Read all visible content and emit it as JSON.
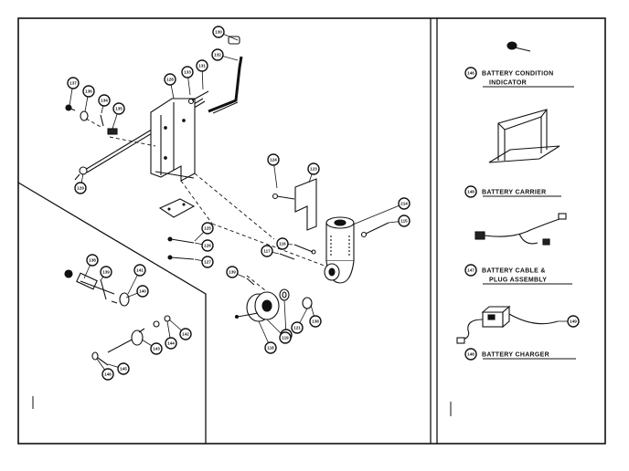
{
  "callouts": [
    {
      "n": "130"
    },
    {
      "n": "132"
    },
    {
      "n": "131"
    },
    {
      "n": "133"
    },
    {
      "n": "128"
    },
    {
      "n": "137"
    },
    {
      "n": "136"
    },
    {
      "n": "134"
    },
    {
      "n": "135"
    },
    {
      "n": "129"
    },
    {
      "n": "124"
    },
    {
      "n": "123"
    },
    {
      "n": "214"
    },
    {
      "n": "115"
    },
    {
      "n": "116"
    },
    {
      "n": "117"
    },
    {
      "n": "125"
    },
    {
      "n": "126"
    },
    {
      "n": "127"
    },
    {
      "n": "121"
    },
    {
      "n": "120"
    },
    {
      "n": "139"
    },
    {
      "n": "138"
    },
    {
      "n": "119"
    },
    {
      "n": "118"
    },
    {
      "n": "138"
    },
    {
      "n": "139"
    },
    {
      "n": "141"
    },
    {
      "n": "140"
    },
    {
      "n": "143"
    },
    {
      "n": "144"
    },
    {
      "n": "142"
    },
    {
      "n": "145"
    },
    {
      "n": "146"
    },
    {
      "n": "147"
    }
  ],
  "legend": [
    {
      "num": "146",
      "lines": [
        "BATTERY CONDITION",
        "INDICATOR"
      ]
    },
    {
      "num": "148",
      "lines": [
        "BATTERY CARRIER"
      ]
    },
    {
      "num": "147",
      "lines": [
        "BATTERY CABLE &",
        "PLUG ASSEMBLY"
      ]
    },
    {
      "num": "148",
      "lines": [
        "BATTERY CHARGER"
      ]
    }
  ],
  "charger_callout": "149"
}
